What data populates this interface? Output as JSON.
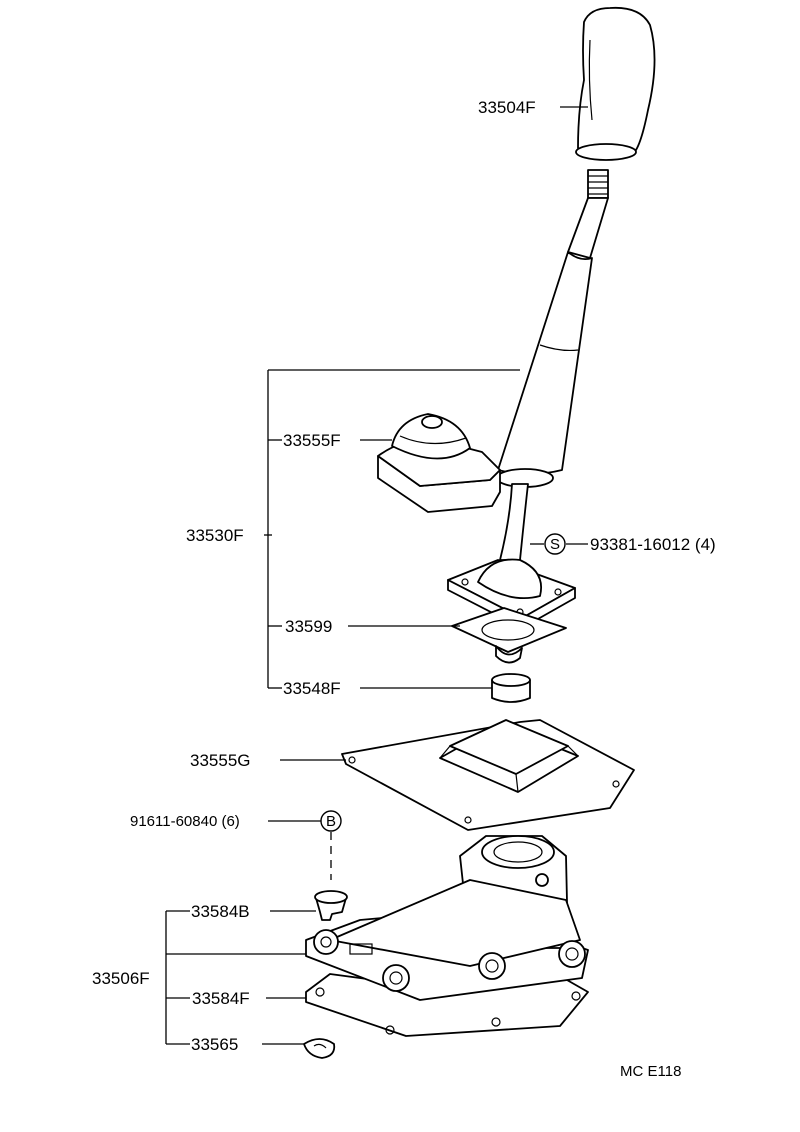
{
  "parts": {
    "knob": "33504F",
    "shift_lever_assy": "33530F",
    "boot": "33555F",
    "retainer_gasket": "33599",
    "bushing": "33548F",
    "console_boot": "33555G",
    "screw": "91611-60840 (6)",
    "screw_marker": "B",
    "bolt": "93381-16012 (4)",
    "bolt_marker": "S",
    "collar": "33584B",
    "housing_assy": "33506F",
    "housing_gasket": "33584F",
    "clip": "33565"
  },
  "figure_code": "MC E118"
}
